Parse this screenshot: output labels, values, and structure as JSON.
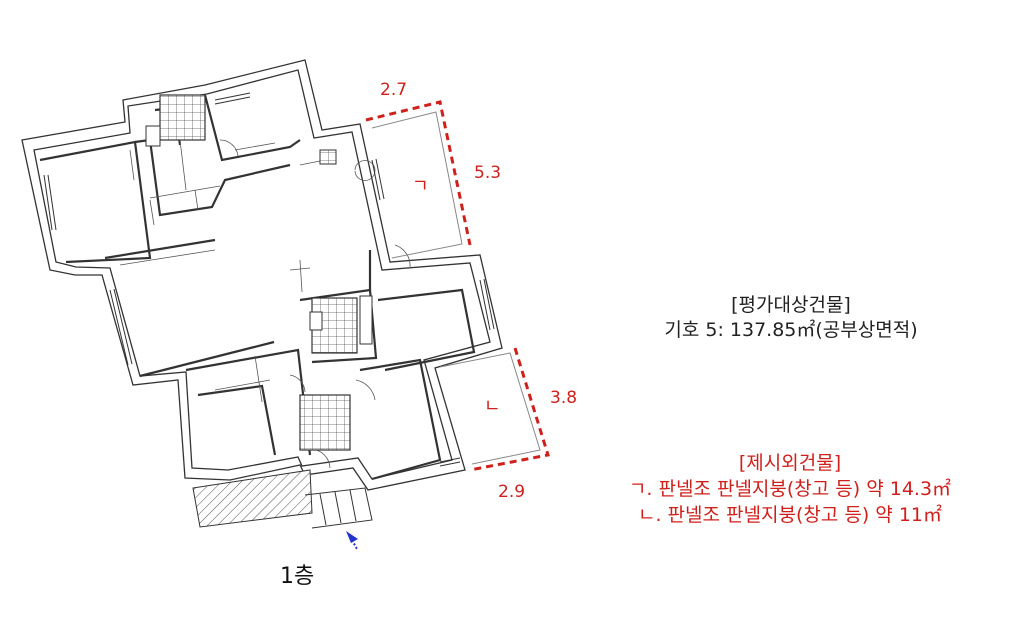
{
  "dimensions": {
    "a_width": "2.7",
    "a_depth": "5.3",
    "b_depth": "3.8",
    "b_width": "2.9"
  },
  "annex_marks": {
    "a": "ㄱ",
    "b": "ㄴ"
  },
  "evaluated_building": {
    "heading": "[평가대상건물]",
    "line": "기호 5: 137.85㎡(공부상면적)"
  },
  "excluded_buildings": {
    "heading": "[제시외건물]",
    "items": [
      "ㄱ. 판넬조 판넬지붕(창고 등) 약 14.3㎡",
      "ㄴ. 판넬조 판넬지붕(창고 등) 약 11㎡"
    ]
  },
  "floor_label": "1층",
  "colors": {
    "annex_outline": "#d0201c",
    "annotation_text": "#d0201c",
    "wall": "#333333",
    "entrance_arrow": "#2233cc"
  },
  "icons": [
    "entrance-arrow-icon"
  ]
}
